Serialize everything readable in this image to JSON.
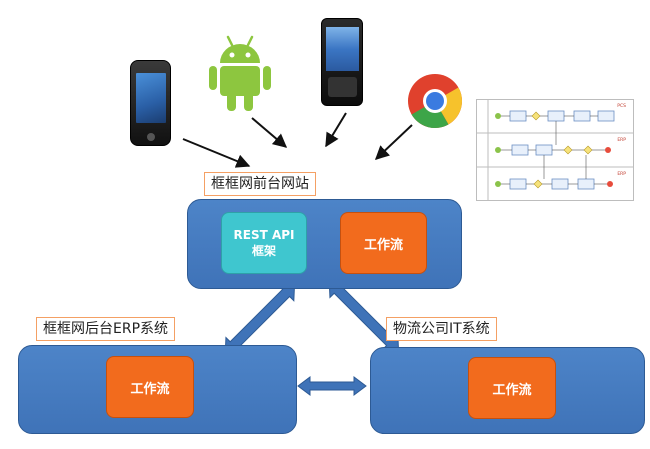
{
  "frontend": {
    "title": "框框网前台网站",
    "rest_label": "REST API 框架",
    "workflow_label": "工作流"
  },
  "backend_erp": {
    "title": "框框网后台ERP系统",
    "workflow_label": "工作流"
  },
  "logistics_it": {
    "title": "物流公司IT系统",
    "workflow_label": "工作流"
  },
  "clients": [
    "iphone-icon",
    "android-icon",
    "pda-icon",
    "chrome-icon",
    "bpmn-diagram-thumbnail"
  ],
  "thumbnail": {
    "lane_labels": [
      "PCS",
      "ERP",
      "ERP"
    ]
  },
  "colors": {
    "system_box": "#4379be",
    "workflow": "#f26b1d",
    "rest": "#3fc6cf",
    "label_border": "#f4a064",
    "arrow": "#3f73b8"
  }
}
